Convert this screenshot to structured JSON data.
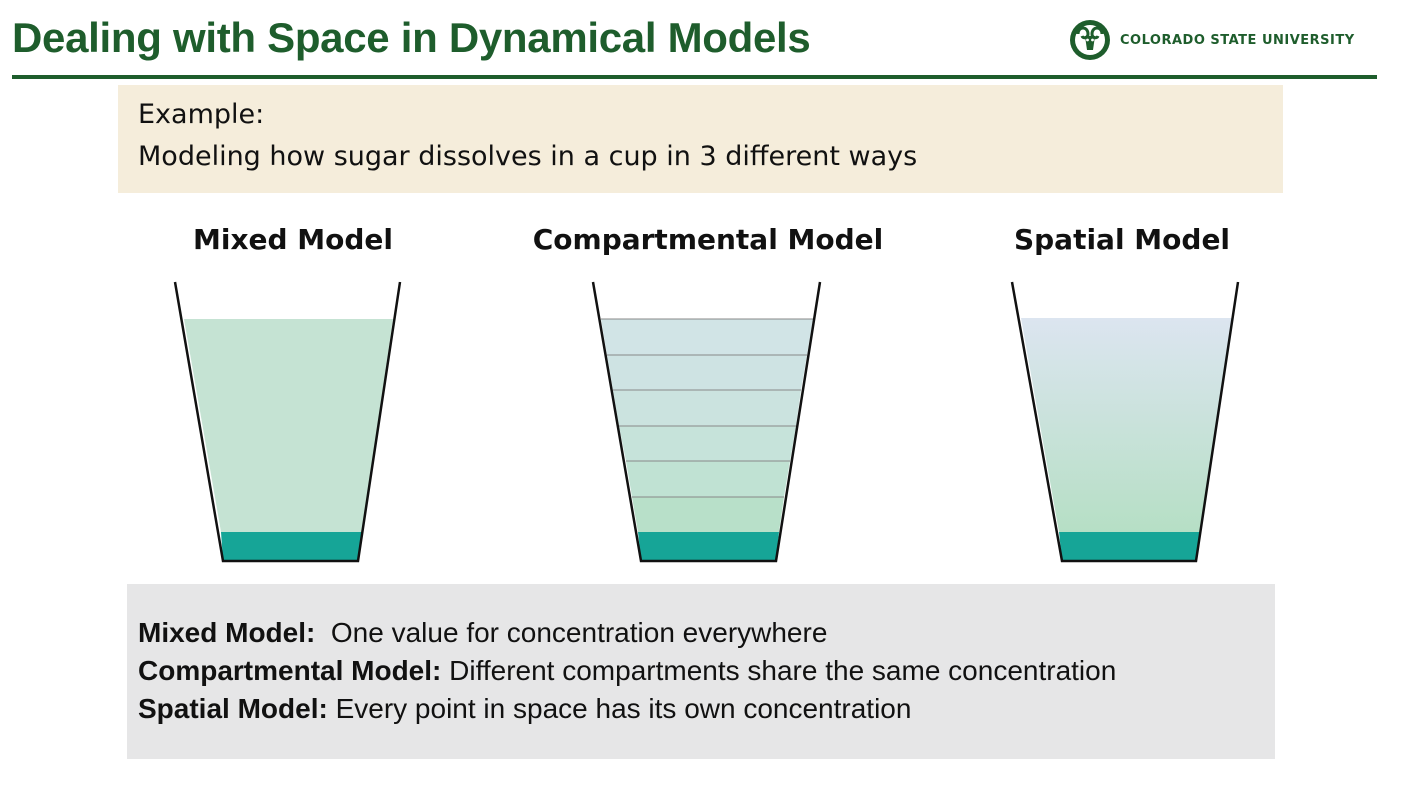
{
  "slide": {
    "title": "Dealing with Space in Dynamical Models",
    "logo_text": "COLORADO STATE UNIVERSITY",
    "logo_icon": "ram-head-icon",
    "brand_color": "#1e5d2c"
  },
  "example": {
    "line1": "Example:",
    "line2": "Modeling how sugar dissolves in a cup in 3 different ways"
  },
  "models": [
    {
      "title": "Mixed Model",
      "fill": "uniform"
    },
    {
      "title": "Compartmental Model",
      "fill": "layers"
    },
    {
      "title": "Spatial Model",
      "fill": "gradient"
    }
  ],
  "descriptions": [
    {
      "term": "Mixed Model:",
      "text": "One value for concentration everywhere"
    },
    {
      "term": "Compartmental Model:",
      "text": "Different compartments share the same concentration"
    },
    {
      "term": "Spatial Model:",
      "text": "Every point in space has its own concentration"
    }
  ],
  "colors": {
    "liquid": "#c5e3d3",
    "sugar": "#16a597",
    "top_tint": "#d9e4ee",
    "example_bg": "#f5eddb",
    "desc_bg": "#e6e6e7"
  }
}
